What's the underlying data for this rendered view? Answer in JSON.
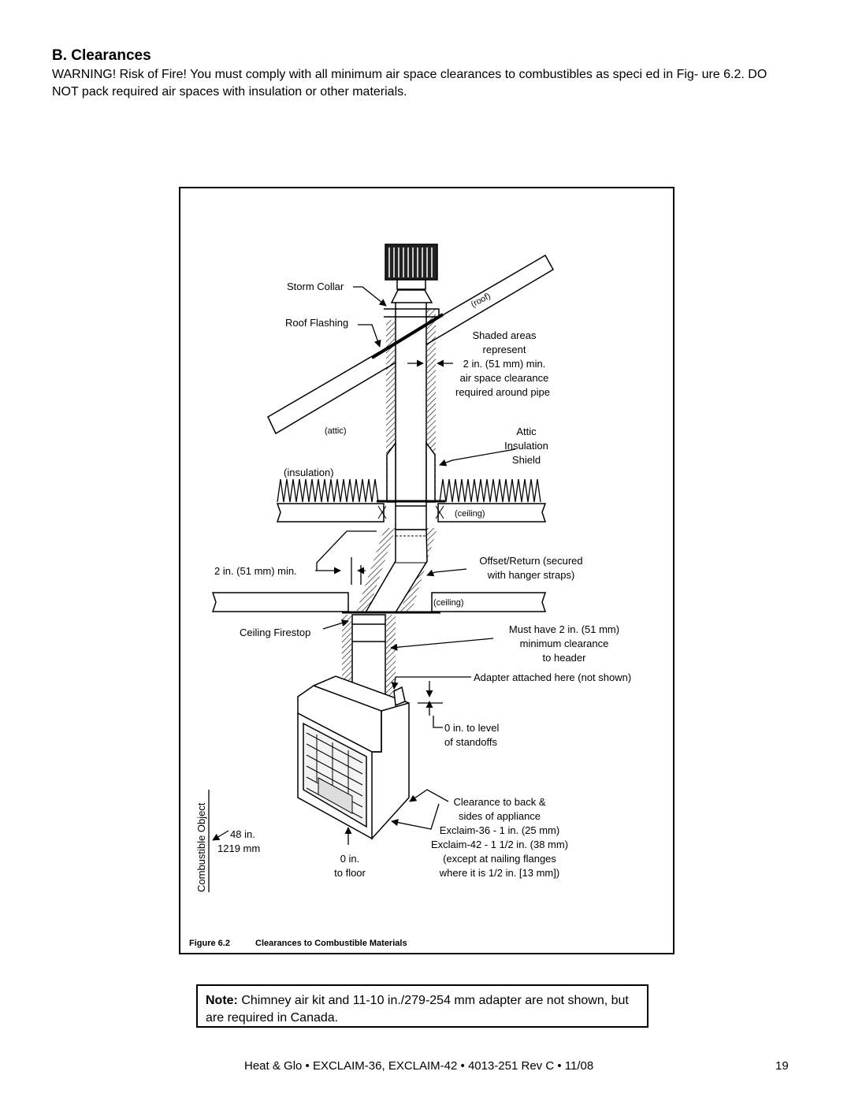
{
  "heading": "B. Clearances",
  "warning": "WARNING! Risk of Fire!  You must comply with all minimum air space clearances to combustibles as speci  ed in Fig- ure 6.2. DO NOT pack required air spaces with insulation or other materials.",
  "figure": {
    "labels": {
      "storm_collar": "Storm Collar",
      "roof_flashing": "Roof Flashing",
      "roof": "(roof)",
      "shaded_1": "Shaded areas",
      "shaded_2": "represent",
      "shaded_3": "2 in. (51 mm) min.",
      "shaded_4": "air space clearance",
      "shaded_5": "required around pipe",
      "attic": "(attic)",
      "attic_shield_1": "Attic",
      "attic_shield_2": "Insulation",
      "attic_shield_3": "Shield",
      "insulation": "(insulation)",
      "ceiling_upper": "(ceiling)",
      "offset_1": "Offset/Return (secured",
      "offset_2": "with hanger straps)",
      "two_in_min": "2 in. (51 mm) min.",
      "ceiling_lower": "(ceiling)",
      "ceiling_firestop": "Ceiling Firestop",
      "header_1": "Must have 2 in. (51 mm)",
      "header_2": "minimum clearance",
      "header_3": "to header",
      "adapter": "Adapter attached here (not shown)",
      "standoff_1": "0 in. to level",
      "standoff_2": "of standoffs",
      "back_1": "Clearance to back &",
      "back_2": "sides of appliance",
      "back_3": "Exclaim-36 - 1 in. (25 mm)",
      "back_4": "Exclaim-42 - 1 1/2 in. (38 mm)",
      "back_5": "(except at nailing flanges",
      "back_6": "where it is 1/2 in. [13 mm])",
      "combustible_object": "Combustible Object",
      "in48": "48 in.",
      "mm1219": "1219 mm",
      "floor_1": "0 in.",
      "floor_2": "to floor"
    },
    "caption_number": "Figure 6.2",
    "caption_title": "Clearances to Combustible Materials"
  },
  "note": {
    "label": "Note:",
    "text": " Chimney air kit and 11-10 in./279-254 mm adapter are not shown, but are required in Canada."
  },
  "footer": "Heat & Glo • EXCLAIM-36, EXCLAIM-42 • 4013-251 Rev C • 11/08",
  "page_number": "19"
}
